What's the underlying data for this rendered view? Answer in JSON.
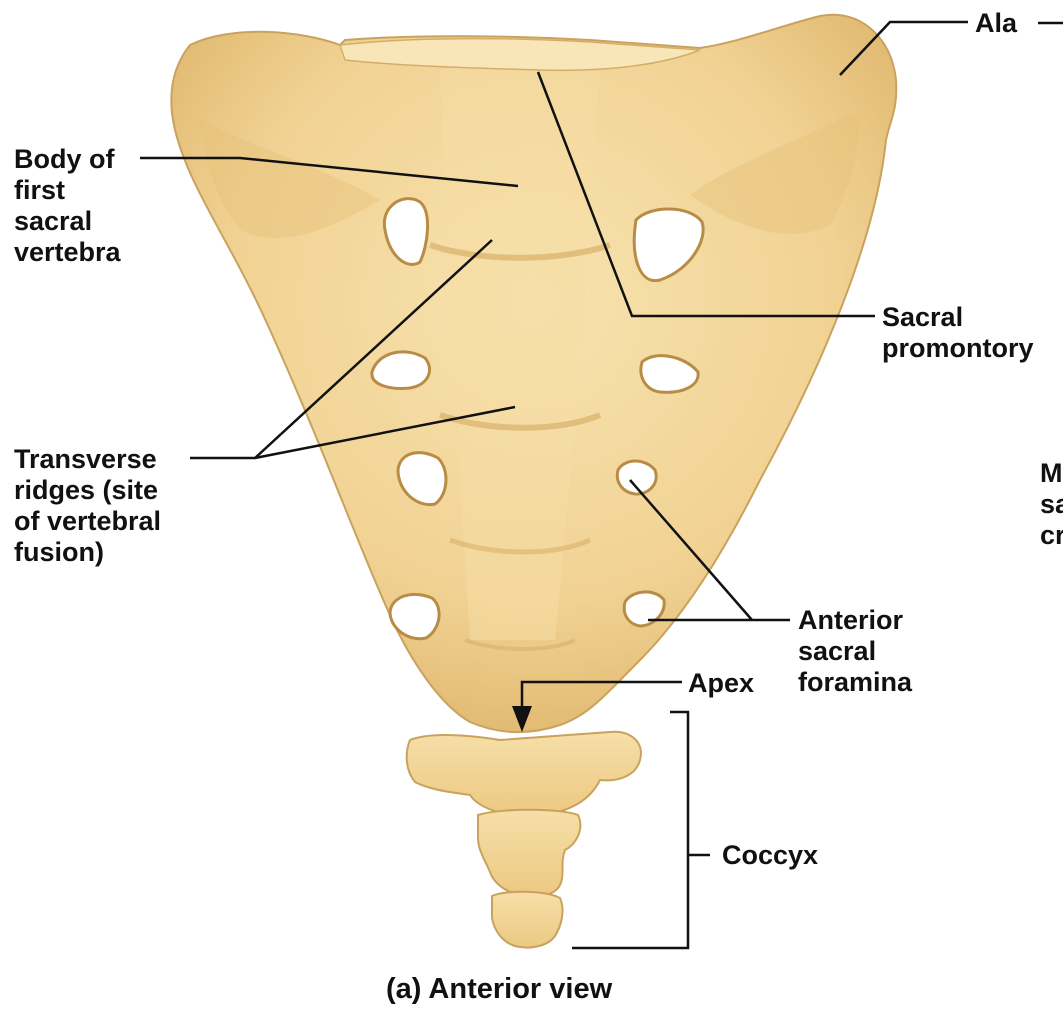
{
  "labels": {
    "ala": "Ala",
    "body_of_first": [
      "Body of",
      "first",
      "sacral",
      "vertebra"
    ],
    "sacral_promontory": [
      "Sacral",
      "promontory"
    ],
    "transverse_ridges": [
      "Transverse",
      "ridges (site",
      "of vertebral",
      "fusion)"
    ],
    "cut_off_text": [
      "M",
      "sa",
      "cr"
    ],
    "anterior_sacral_foramina": [
      "Anterior",
      "sacral",
      "foramina"
    ],
    "apex": "Apex",
    "coccyx": "Coccyx"
  },
  "caption": "(a) Anterior view",
  "colors": {
    "bone": "#f1d293",
    "bone_light": "#f7e3b0",
    "bone_shade": "#d7ad62",
    "foramen": "#ffffff",
    "line": "#111111"
  }
}
